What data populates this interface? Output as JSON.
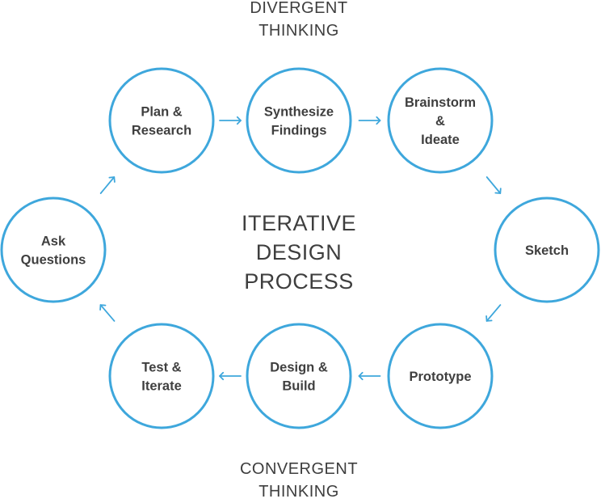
{
  "top_caption": [
    "DIVERGENT",
    "THINKING"
  ],
  "bottom_caption": [
    "CONVERGENT",
    "THINKING"
  ],
  "center_title": [
    "ITERATIVE",
    "DESIGN",
    "PROCESS"
  ],
  "colors": {
    "accent": "#3ea7dc",
    "text": "#3f3f3f",
    "background": "#ffffff"
  },
  "nodes": [
    {
      "id": "plan-research",
      "lines": [
        "Plan &",
        "Research"
      ]
    },
    {
      "id": "synthesize-findings",
      "lines": [
        "Synthesize",
        "Findings"
      ]
    },
    {
      "id": "brainstorm-ideate",
      "lines": [
        "Brainstorm",
        "&",
        "Ideate"
      ]
    },
    {
      "id": "sketch",
      "lines": [
        "Sketch"
      ]
    },
    {
      "id": "prototype",
      "lines": [
        "Prototype"
      ]
    },
    {
      "id": "design-build",
      "lines": [
        "Design &",
        "Build"
      ]
    },
    {
      "id": "test-iterate",
      "lines": [
        "Test &",
        "Iterate"
      ]
    },
    {
      "id": "ask-questions",
      "lines": [
        "Ask",
        "Questions"
      ]
    }
  ],
  "edges": [
    {
      "from": "plan-research",
      "to": "synthesize-findings"
    },
    {
      "from": "synthesize-findings",
      "to": "brainstorm-ideate"
    },
    {
      "from": "brainstorm-ideate",
      "to": "sketch"
    },
    {
      "from": "sketch",
      "to": "prototype"
    },
    {
      "from": "prototype",
      "to": "design-build"
    },
    {
      "from": "design-build",
      "to": "test-iterate"
    },
    {
      "from": "test-iterate",
      "to": "ask-questions"
    },
    {
      "from": "ask-questions",
      "to": "plan-research"
    }
  ]
}
